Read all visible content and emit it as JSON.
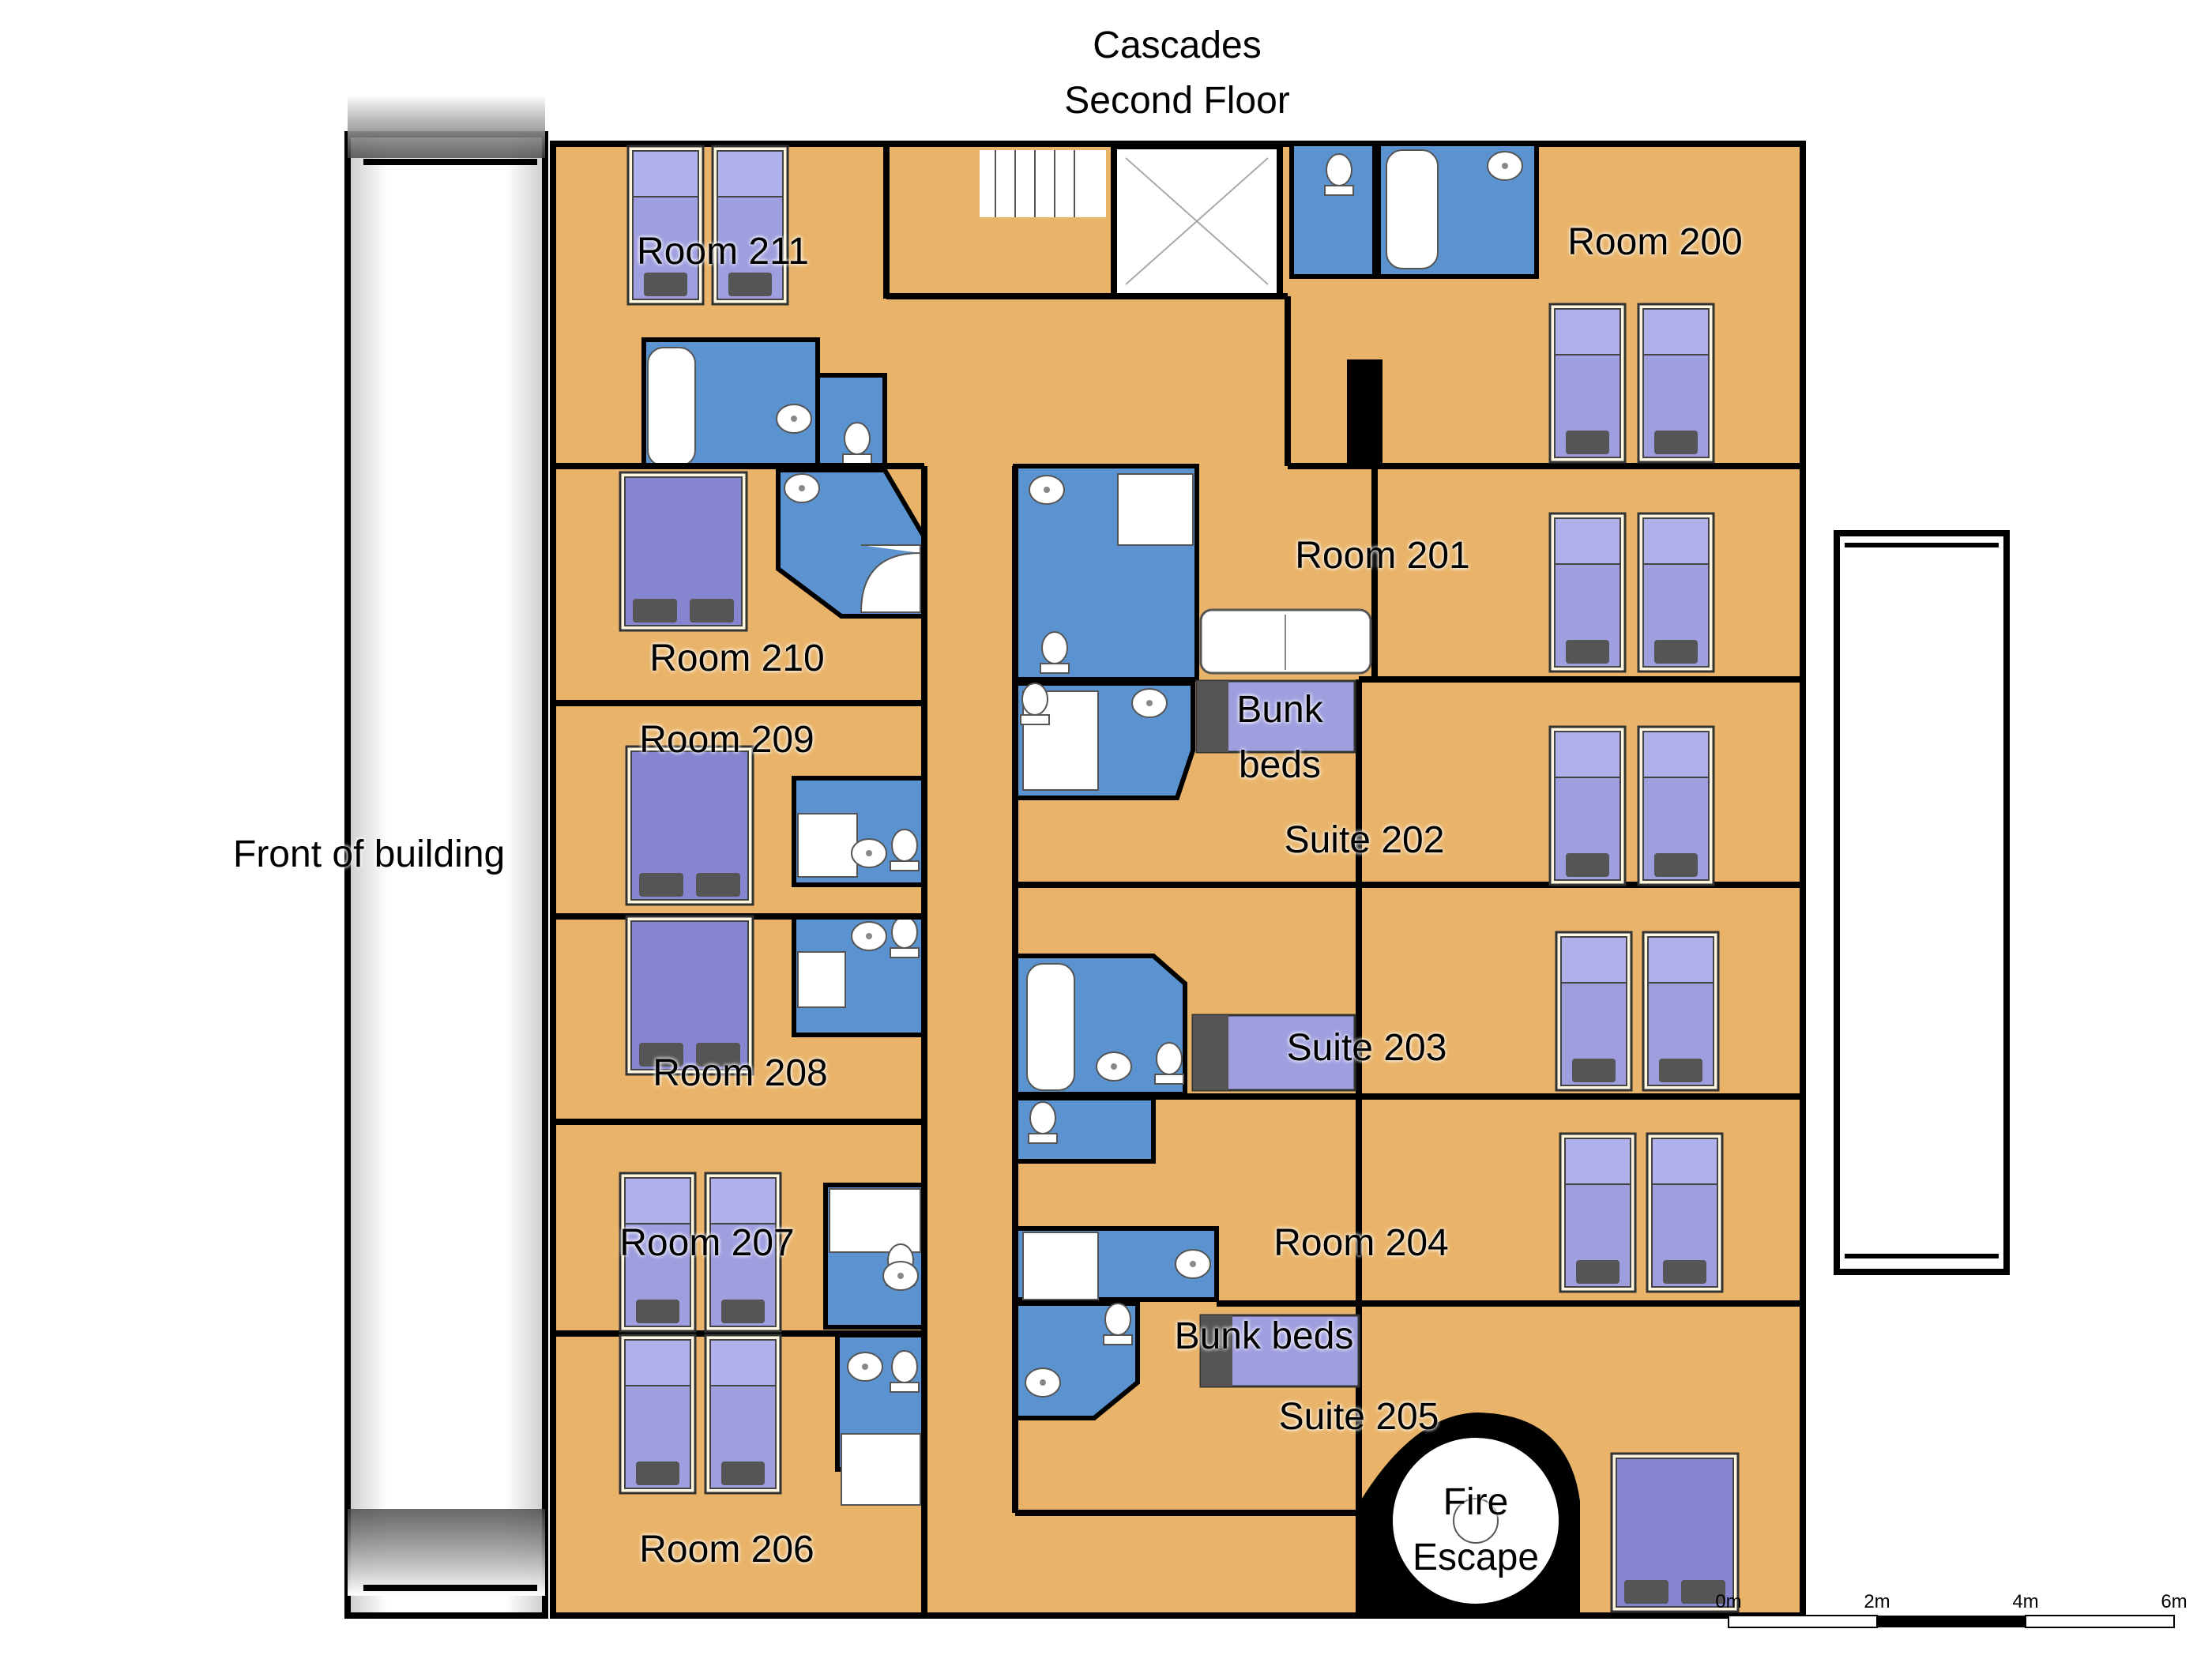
{
  "header": {
    "title": "Cascades",
    "subtitle": "Second Floor"
  },
  "side_label": "Front of building",
  "rooms": {
    "r200": "Room 200",
    "r201": "Room 201",
    "s202": "Suite 202",
    "s203": "Suite 203",
    "r204": "Room 204",
    "s205": "Suite 205",
    "r206": "Room 206",
    "r207": "Room 207",
    "r208": "Room 208",
    "r209": "Room 209",
    "r210": "Room 210",
    "r211": "Room 211"
  },
  "bunk_beds_upper_1": "Bunk",
  "bunk_beds_upper_2": "beds",
  "bunk_beds_lower": "Bunk beds",
  "fire_escape_1": "Fire",
  "fire_escape_2": "Escape",
  "scale": {
    "t0": "0m",
    "t2": "2m",
    "t4": "4m",
    "t6": "6m"
  },
  "colors": {
    "floor": "#e9b469",
    "bathroom": "#5a93cf",
    "bed": "#9f9fe0",
    "double_bed": "#8585d0",
    "wall": "#000000"
  }
}
